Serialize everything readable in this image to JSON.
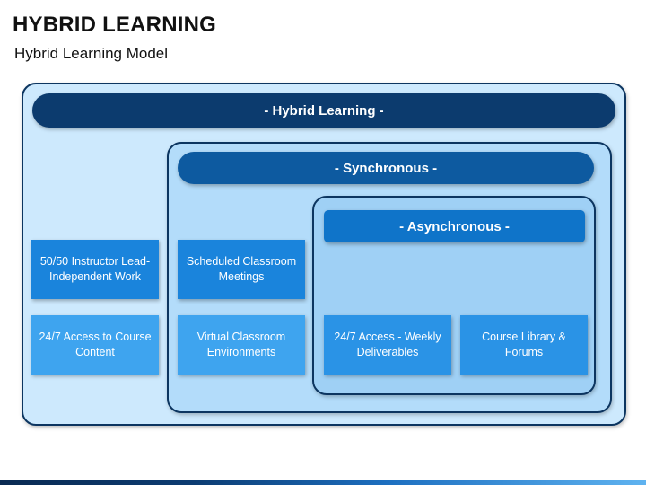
{
  "title": "HYBRID LEARNING",
  "subtitle": "Hybrid Learning Model",
  "labels": {
    "hybrid": "- Hybrid Learning -",
    "synchronous": "- Synchronous -",
    "asynchronous": "- Asynchronous -"
  },
  "boxes": {
    "instructor_lead": "50/50 Instructor Lead-Independent Work",
    "access_content": "24/7 Access to Course Content",
    "scheduled_meetings": "Scheduled Classroom Meetings",
    "virtual_classroom": "Virtual Classroom Environments",
    "weekly_deliverables": "24/7 Access - Weekly Deliverables",
    "course_library": "Course Library & Forums"
  },
  "colors": {
    "hybrid": "#0c3b6e",
    "synchronous": "#0d5aa0",
    "asynchronous": "#0f74c9",
    "box_dark": "#1a84dc",
    "box_light": "#3ea4ef"
  }
}
